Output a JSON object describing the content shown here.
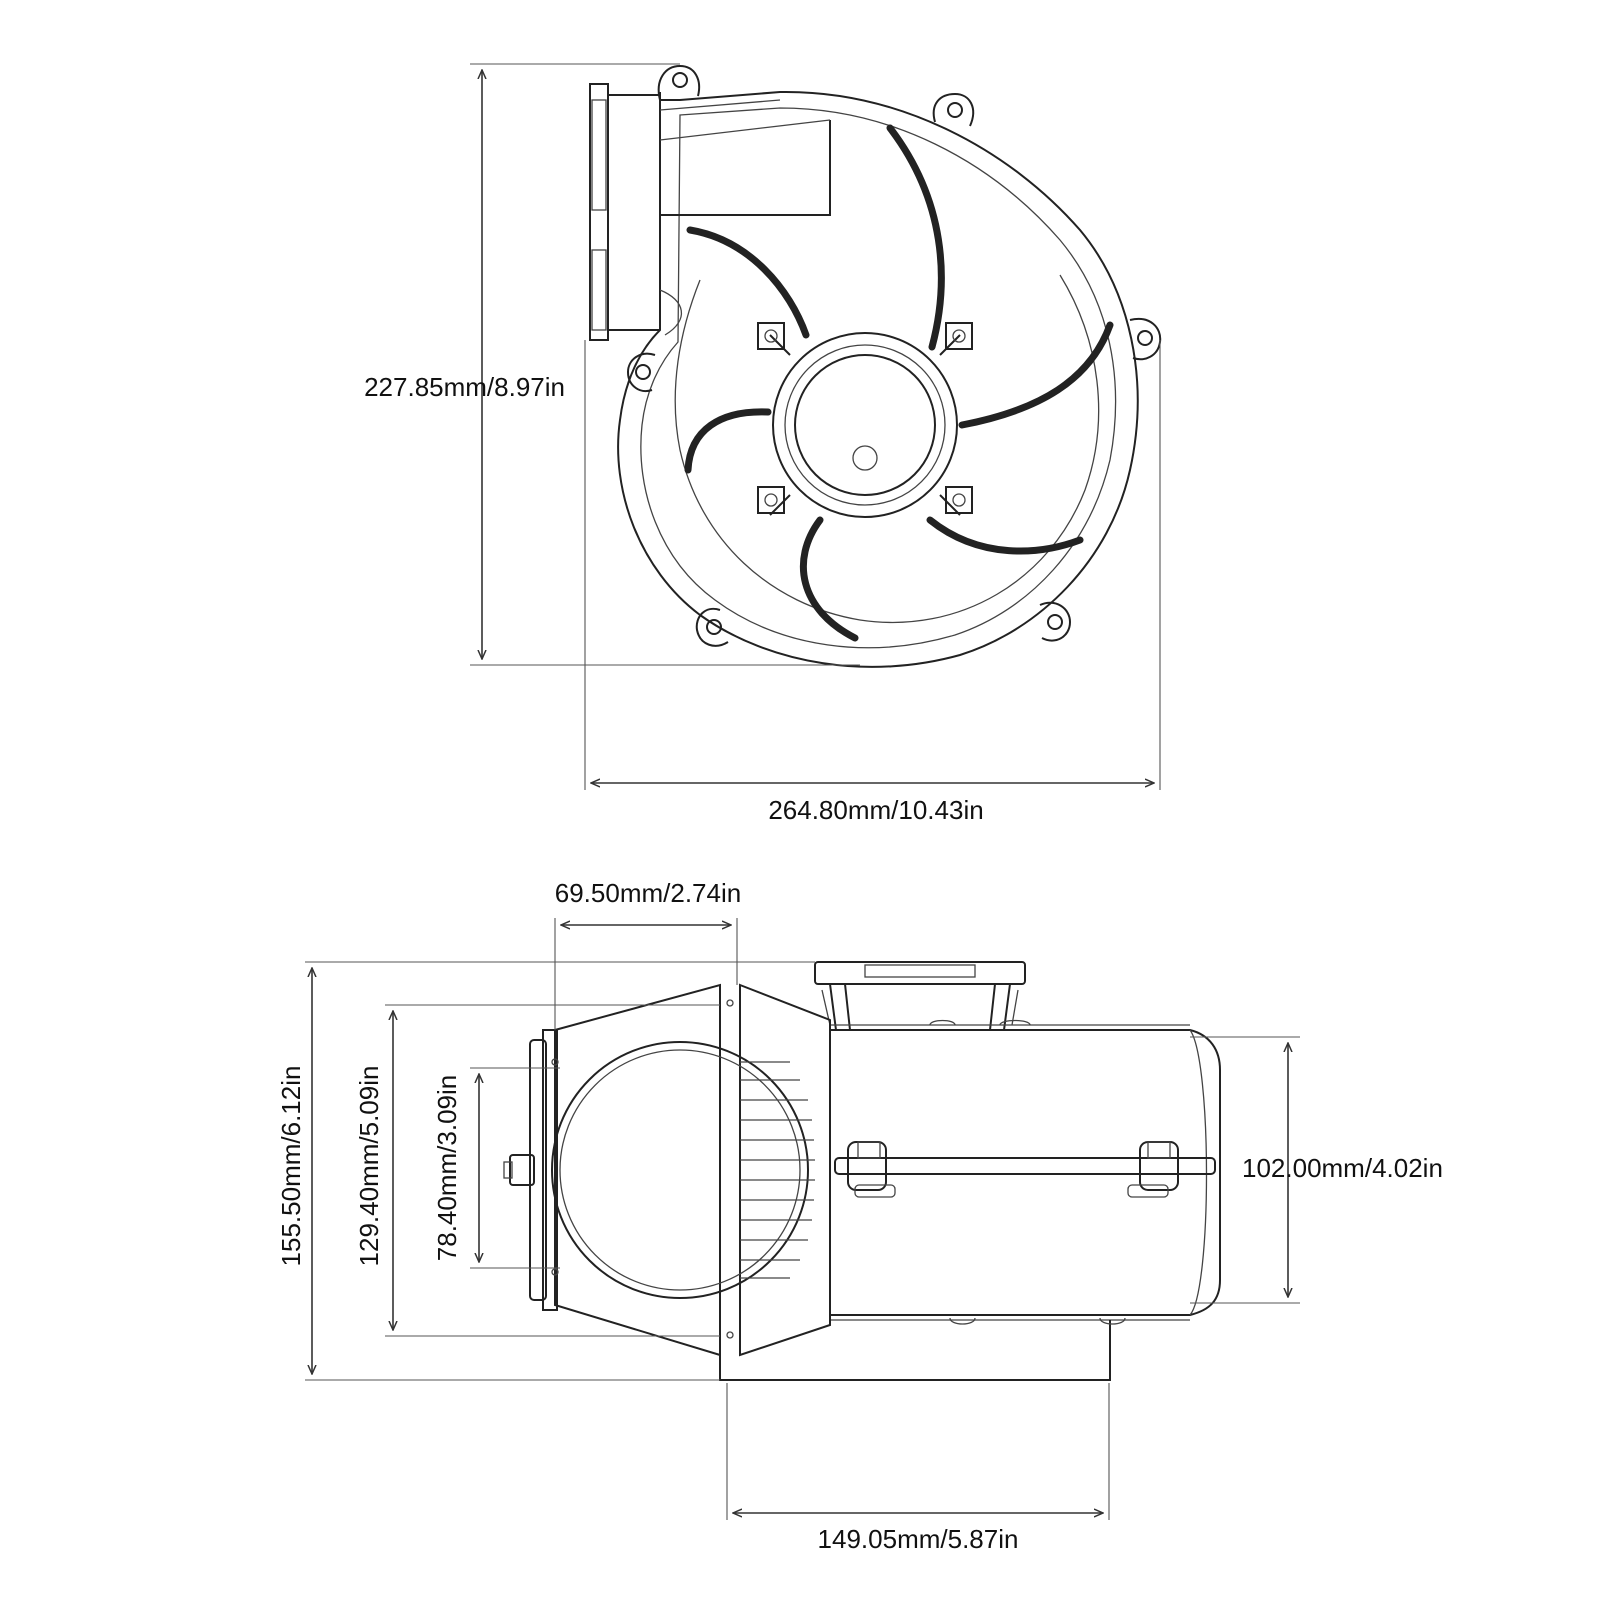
{
  "dimensions": {
    "top_height": "227.85mm/8.97in",
    "top_width": "264.80mm/10.43in",
    "bottom_inlet_width": "69.50mm/2.74in",
    "bottom_total_height": "155.50mm/6.12in",
    "bottom_flange_height": "129.40mm/5.09in",
    "bottom_inlet_diameter": "78.40mm/3.09in",
    "bottom_motor_diameter": "102.00mm/4.02in",
    "bottom_length": "149.05mm/5.87in"
  },
  "colors": {
    "line": "#222222",
    "background": "#ffffff"
  }
}
